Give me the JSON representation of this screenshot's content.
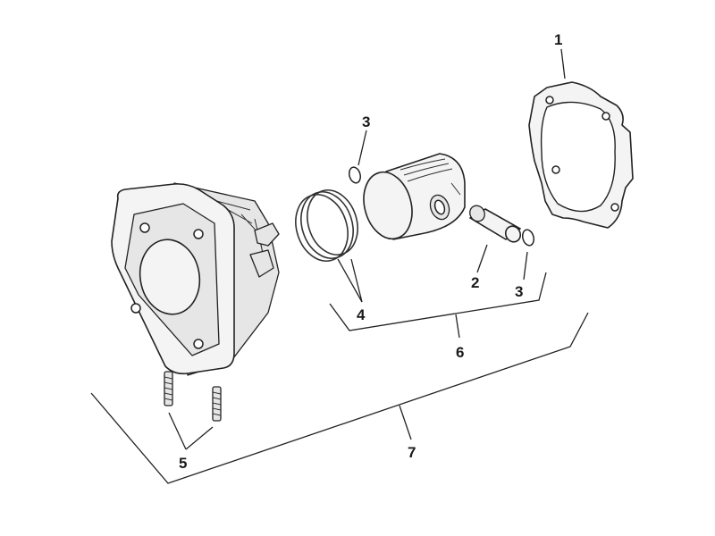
{
  "labels": {
    "gasket": "1",
    "pin": "2",
    "clip_top": "3",
    "clip_right": "3",
    "rings": "4",
    "studs": "5",
    "piston_kit": "6",
    "cylinder_kit": "7"
  },
  "colors": {
    "line": "#222222",
    "part_fill": "#f4f4f4",
    "part_shade": "#e6e6e6",
    "background": "#ffffff"
  }
}
